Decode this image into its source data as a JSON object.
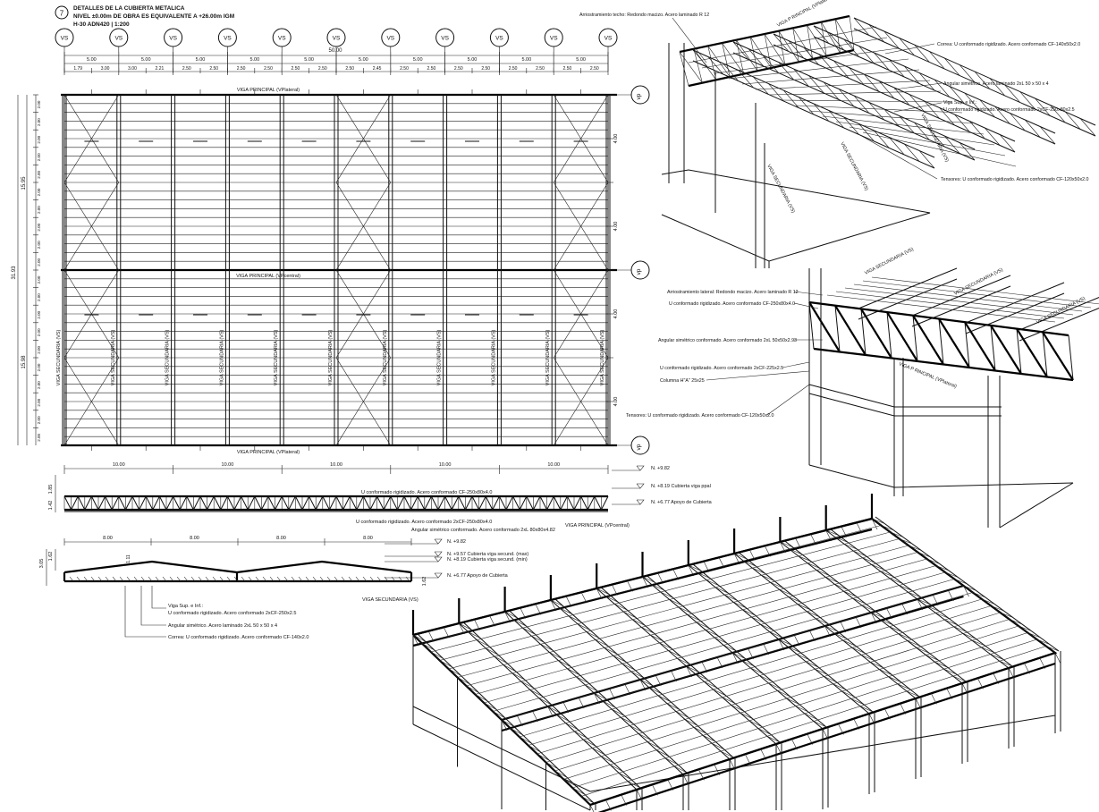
{
  "sheet": {
    "number": "7",
    "title": "DETALLES DE LA CUBIERTA METALICA",
    "subtitle": "NIVEL ±0.00m DE OBRA ES EQUIVALENTE A +26.00m IGM",
    "scale": "H-30 ADN420 | 1:200"
  },
  "plan": {
    "axis_label": "VS",
    "axis_count": 11,
    "top_total": "50.00",
    "top_spans": [
      "5.00",
      "5.00",
      "5.00",
      "5.00",
      "5.00",
      "5.00",
      "5.00",
      "5.00",
      "5.00",
      "5.00"
    ],
    "sub_spans": [
      "1.79",
      "3.00",
      "3.00",
      "2.21",
      "2.50",
      "2.50",
      "2.50",
      "2.50",
      "2.50",
      "2.50",
      "2.50",
      "2.45",
      "2.50",
      "2.50",
      "2.50",
      "2.50",
      "2.50",
      "2.50",
      "2.50",
      "2.50"
    ],
    "row_axes": [
      "vp",
      "vp",
      "vp"
    ],
    "right_dims": [
      "4.00",
      "4.00",
      "4.00",
      "4.00",
      "4.00",
      "4.00",
      "4.00",
      "4.00"
    ],
    "left_total": "31.93",
    "left_upper": "15.95",
    "left_lower": "15.98",
    "left_sub": "2.00",
    "top_beam": "VIGA PRINCIPAL (VPlateral)",
    "mid_beam": "VIGA PRINCIPAL (VPcentral)",
    "bottom_beam": "VIGA PRINCIPAL (VPlateral)",
    "secondary_label": "VIGA SECUNDARIA (VS)"
  },
  "main_elevation": {
    "spans": [
      "10.00",
      "10.00",
      "10.00",
      "10.00",
      "10.00"
    ],
    "height_dims": [
      "1.85",
      "1.42"
    ],
    "levels": [
      {
        "mark": "N.",
        "value": "+9.82"
      },
      {
        "mark": "N.",
        "value": "+8.19 Cubierta viga ppal"
      },
      {
        "mark": "N.",
        "value": "+6.77 Apoyo de Cubierta"
      }
    ],
    "note_top": "U conformado rigidizado. Acero conformado CF-250x80x4.0",
    "note_bottom": "U conformado rigidizado. Acero conformado 2xCF-250x80x4.0",
    "note_diag": "Angular simétrico conformado. Acero conformado 2xL 80x80x4.82",
    "beam_name": "VIGA PRINCIPAL (VPcentral)"
  },
  "secondary_elevation": {
    "spans": [
      "8.00",
      "8.00",
      "8.00",
      "8.00"
    ],
    "height_dims": [
      "3.05",
      "1.62",
      "1.62"
    ],
    "mid_dim": "1.11",
    "levels": [
      {
        "mark": "N.",
        "value": "+9.82"
      },
      {
        "mark": "N.",
        "value": "+9.57 Cubierta viga secund. (max)"
      },
      {
        "mark": "N.",
        "value": "+8.19 Cubierta viga secund. (min)"
      },
      {
        "mark": "N.",
        "value": "+6.77 Apoyo de Cubierta"
      }
    ],
    "beam_name": "VIGA SECUNDARIA (VS)",
    "callouts": [
      "Viga Sup. e Inf.:",
      "U conformado rigidizado. Acero conformado 2xCF-250x2.5",
      "Angular simétrico. Acero laminado 2xL 50 x 50 x 4",
      "Correa: U conformado rigidizado. Acero conformado CF-140x2.0"
    ]
  },
  "iso_top": {
    "labels": [
      "Arriostramiento techo: Redondo macizo. Acero laminado R 12",
      "Correa: U conformado rigidizado. Acero conformado CF-140x50x2.0",
      "Angular simétrico. Acero laminado 2xL 50 x 50 x 4",
      "Viga Sup. e Inf.:",
      "U conformado rigidizado. Acero conformado 2xCF-250x80x2.5",
      "Tensores: U conformado rigidizado. Acero conformado CF-120x50x2.0"
    ],
    "beam_labels": [
      "VIGA P RINCIPAL (VPlateral)",
      "VIGA SECUNDARIA (VS)",
      "VIGA SECUNDARIA (VS)",
      "VIGA SECUNDARIA (VS)"
    ]
  },
  "iso_mid": {
    "labels": [
      "Arriostramiento lateral: Redondo macizo. Acero laminado R 12",
      "U conformado rigidizado. Acero conformado CF-250x80x4.0",
      "Angular simétrico conformado. Acero conformado 2xL 50x50x2.93",
      "U conformado rigidizado. Acero conformado 2xCF-225x2.5",
      "Columna H\"A\" 25x25",
      "Tensores: U conformado rigidizado. Acero conformado CF-120x50x2.0"
    ],
    "beam_labels": [
      "VIGA SECUNDARIA (VS)",
      "VIGA SECUNDARIA (VS)",
      "VIGA SECUNDARIA (VS)",
      "VIGA P RINCIPAL (VPlateral)"
    ]
  }
}
